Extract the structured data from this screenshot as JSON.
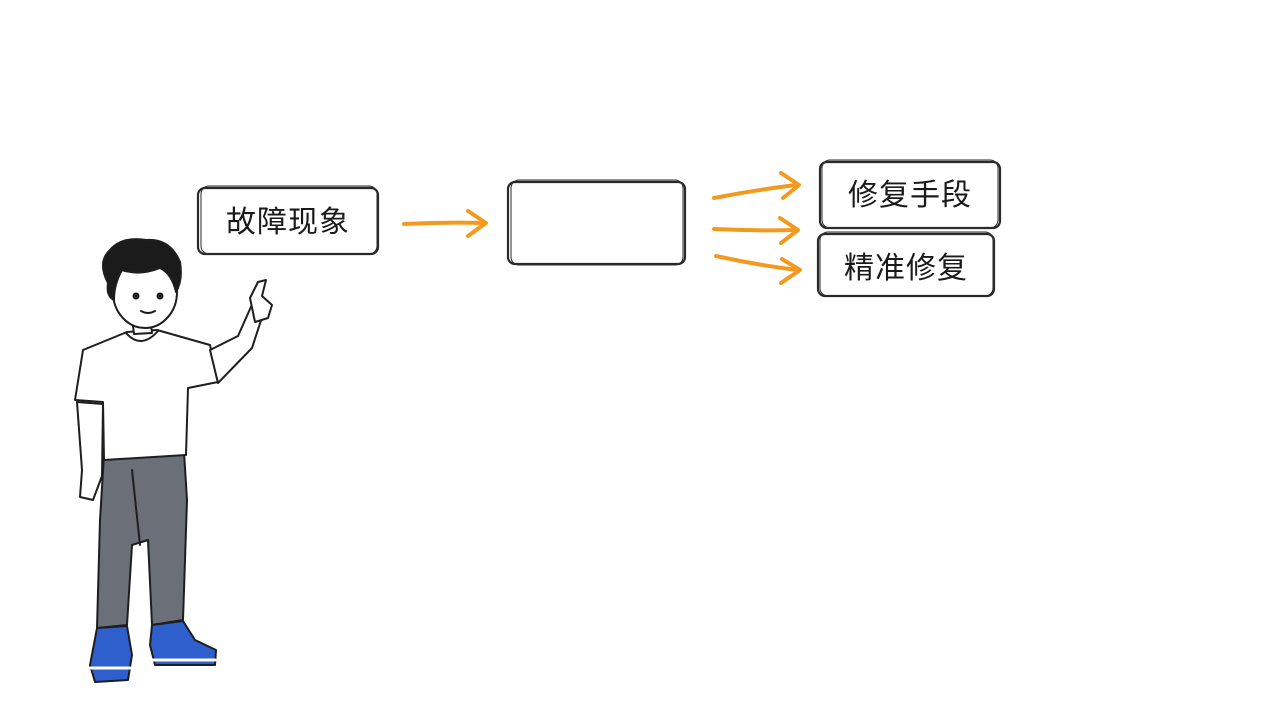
{
  "diagram": {
    "nodes": {
      "source": {
        "label": "故障现象"
      },
      "middle": {
        "label": ""
      },
      "target_top": {
        "label": "修复手段"
      },
      "target_bottom": {
        "label": "精准修复"
      }
    },
    "colors": {
      "arrow": "#f39a1e",
      "box_stroke": "#2a2a2a",
      "shirt": "#ffffff",
      "pants": "#6b6f78",
      "shoes": "#2f5fcc",
      "hair": "#1b1b1b"
    },
    "icons": [
      "person-pointing-illustration",
      "arrow-right-icon"
    ]
  }
}
